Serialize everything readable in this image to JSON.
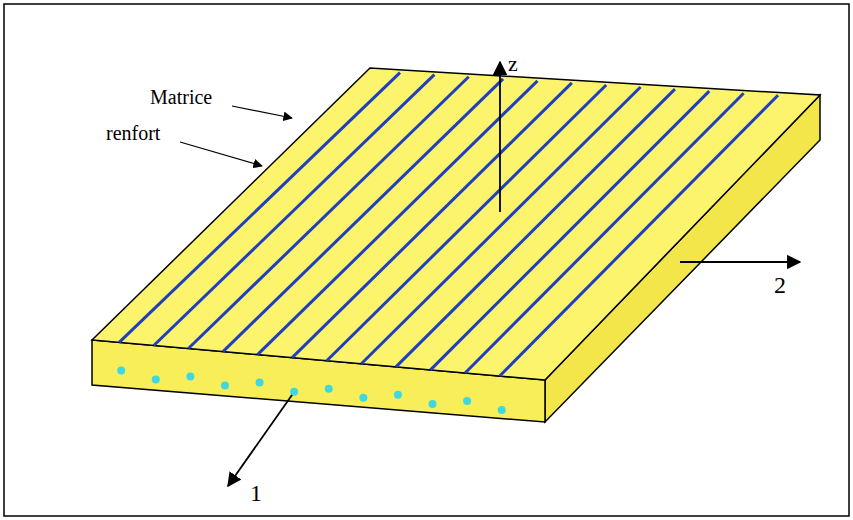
{
  "diagram": {
    "labels": [
      "Matrice",
      "renfort",
      "z",
      "2",
      "1"
    ]
  }
}
